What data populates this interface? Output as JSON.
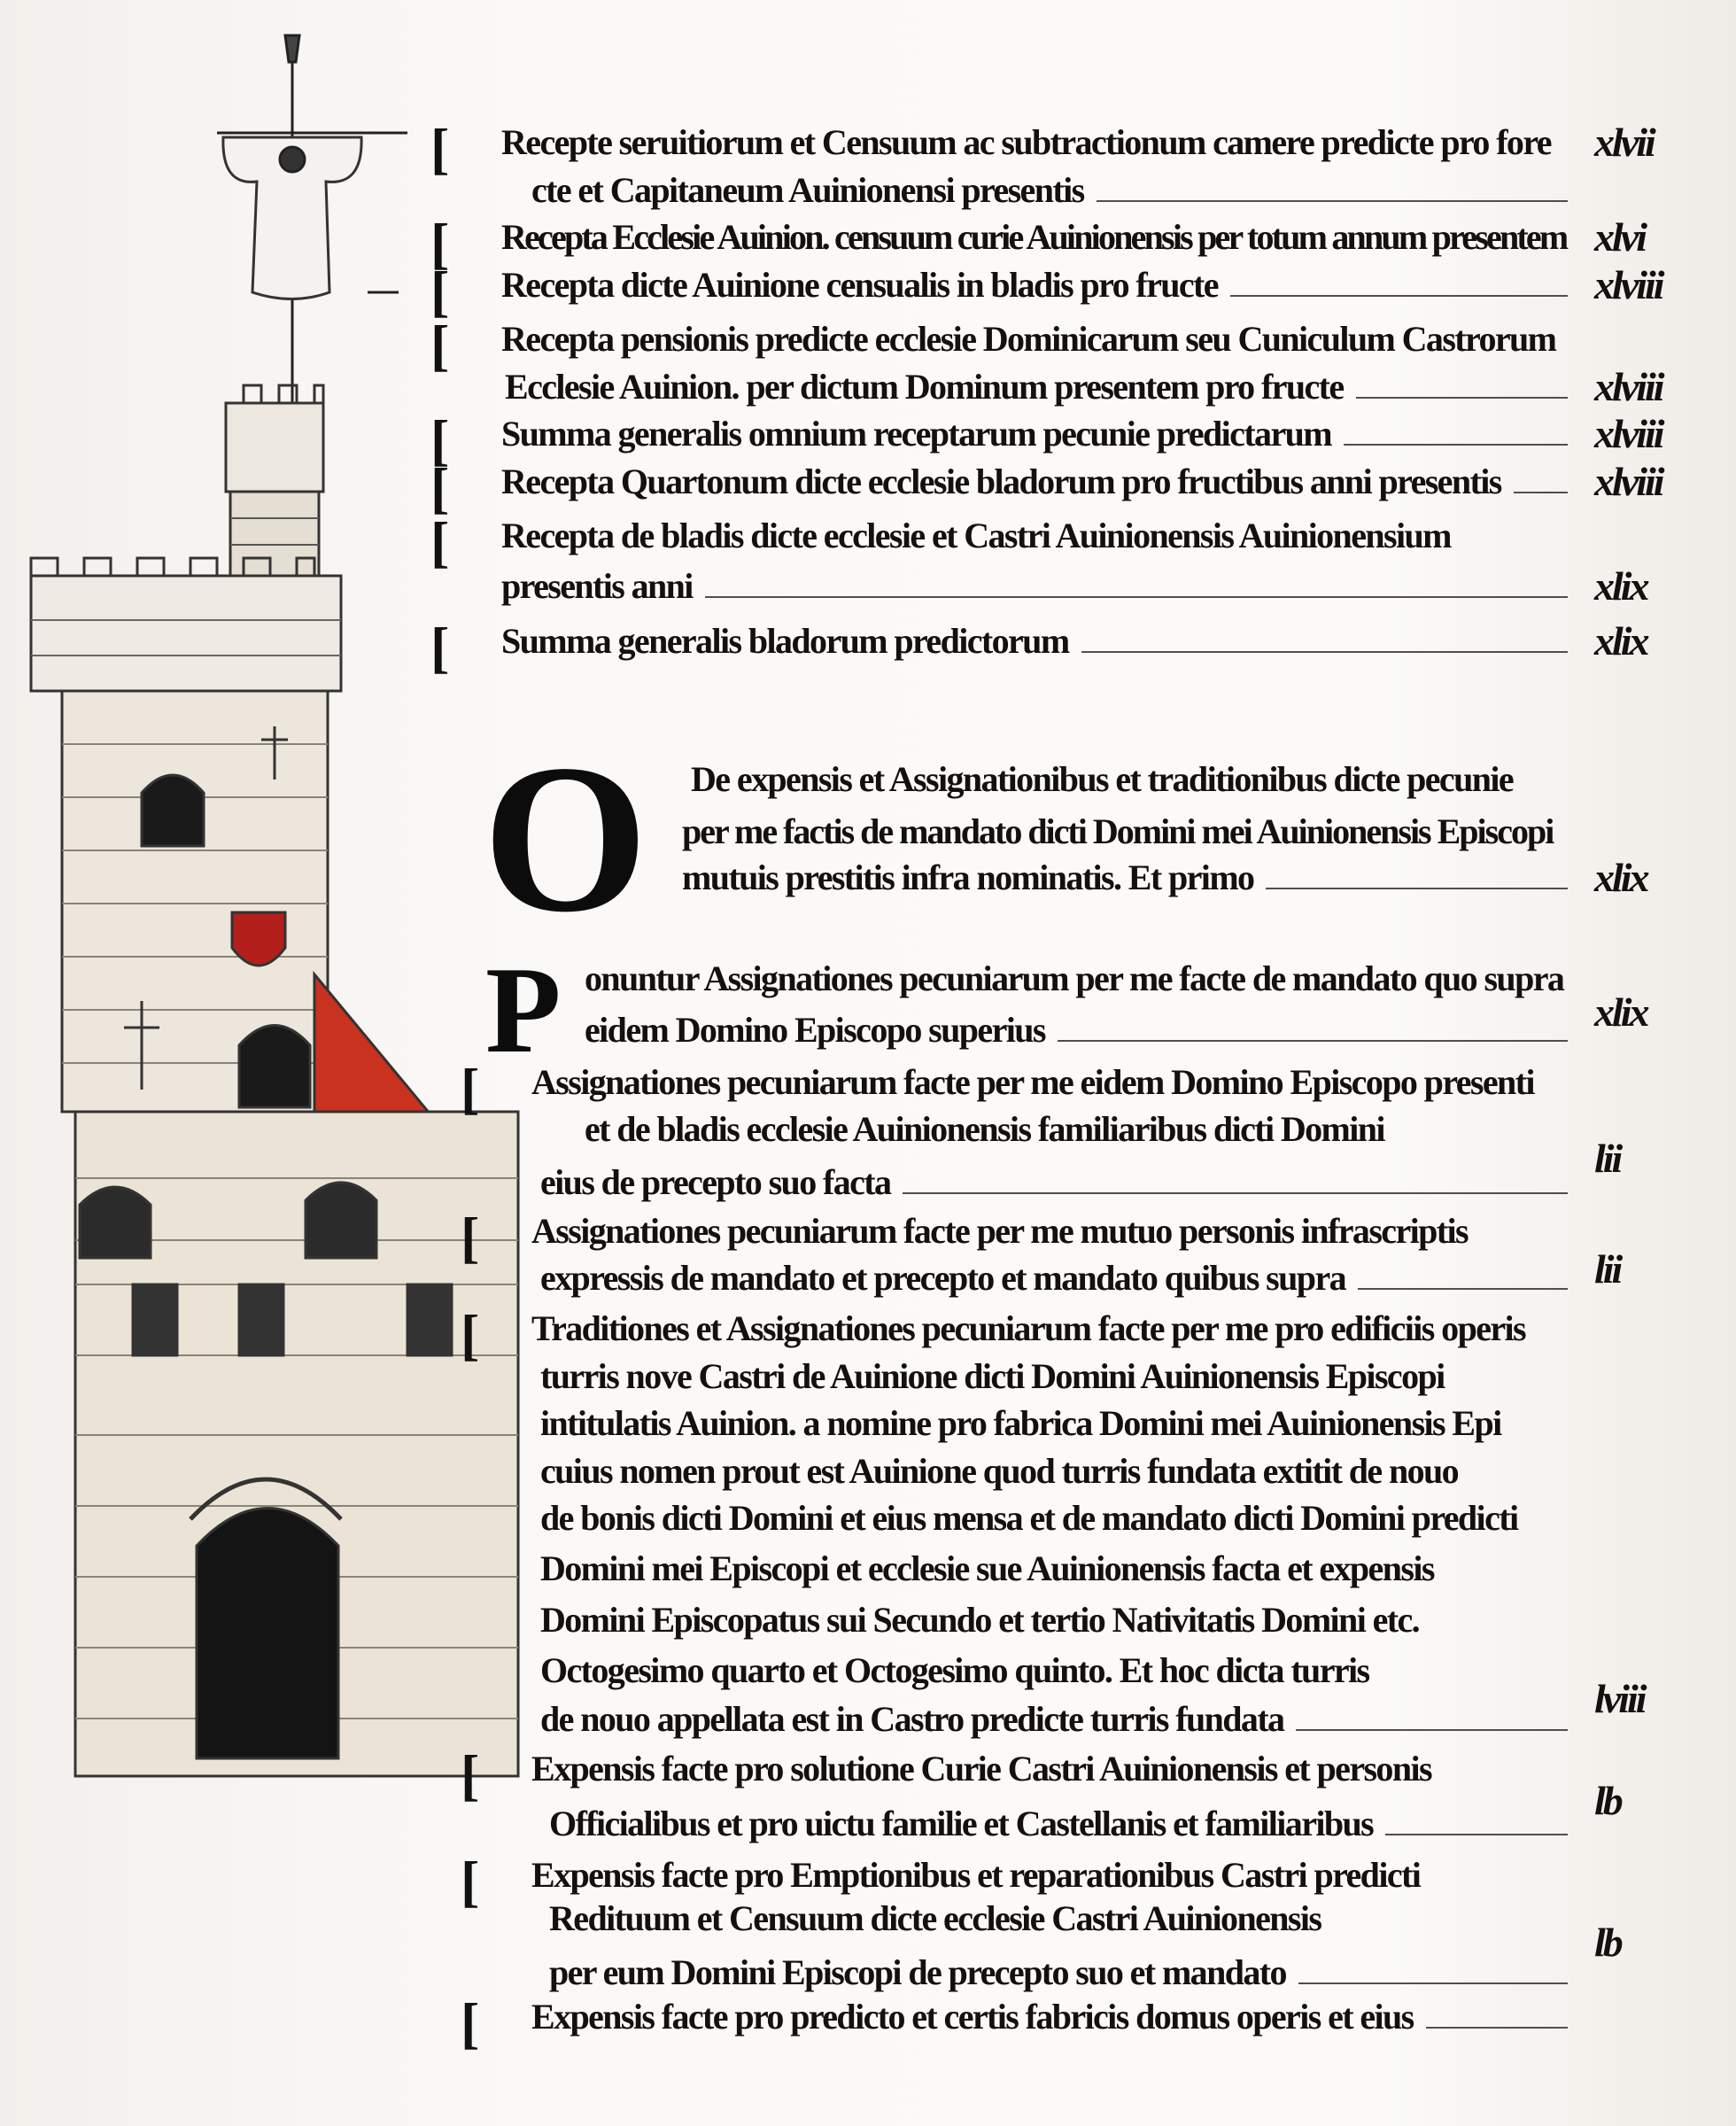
{
  "manuscript": {
    "section_receipts": [
      {
        "lines": [
          "Recepte seruitiorum et Censuum ac subtractionum camere predicte pro fore",
          "cte et Capitaneum Auinionensi presentis"
        ],
        "numeral": "xlvii"
      },
      {
        "lines": [
          "Recepta Ecclesie Auinion. censuum curie Auinionensis per totum annum presentem"
        ],
        "numeral": "xlvi"
      },
      {
        "lines": [
          "Recepta dicte Auinione censualis in bladis pro fructe"
        ],
        "numeral": "xlviii"
      },
      {
        "lines": [
          "Recepta pensionis predicte ecclesie Dominicarum seu Cuniculum Castrorum",
          "Ecclesie Auinion. per dictum Dominum presentem pro fructe"
        ],
        "numeral": "xlviii"
      },
      {
        "lines": [
          "Summa generalis omnium receptarum pecunie predictarum"
        ],
        "numeral": "xlviii"
      },
      {
        "lines": [
          "Recepta Quartonum dicte ecclesie bladorum pro fructibus anni presentis"
        ],
        "numeral": "xlviii"
      },
      {
        "lines": [
          "Recepta de bladis dicte ecclesie et Castri Auinionensis Auinionensium",
          "presentis anni"
        ],
        "numeral": "xlix"
      },
      {
        "lines": [
          "Summa generalis bladorum predictorum"
        ],
        "numeral": "xlix"
      }
    ],
    "section_expenses": [
      {
        "initial": "O",
        "lines": [
          "De expensis et Assignationibus et traditionibus dicte pecunie",
          "per me factis de mandato dicti Domini mei Auinionensis Episcopi",
          "mutuis prestitis infra nominatis. Et primo"
        ],
        "numeral": "xlix"
      },
      {
        "initial": "P",
        "lines": [
          "onuntur Assignationes pecuniarum per me facte de mandato quo supra",
          "eidem Domino Episcopo superius"
        ],
        "numeral": "xlix"
      },
      {
        "lines": [
          "Assignationes pecuniarum facte per me eidem Domino Episcopo presenti",
          "et de bladis ecclesie Auinionensis familiaribus dicti Domini",
          "eius de precepto suo facta"
        ],
        "numeral": "lii"
      },
      {
        "lines": [
          "Assignationes pecuniarum facte per me mutuo personis infrascriptis",
          "expressis de mandato et precepto et mandato quibus supra"
        ],
        "numeral": "lii"
      },
      {
        "lines": [
          "Traditiones et Assignationes pecuniarum facte per me pro edificiis operis",
          "turris nove Castri de Auinione dicti Domini Auinionensis Episcopi",
          "intitulatis Auinion. a nomine pro fabrica Domini mei Auinionensis Epi",
          "cuius nomen prout est Auinione quod turris fundata extitit de nouo",
          "de bonis dicti Domini et eius mensa et de mandato dicti Domini predicti",
          "Domini mei Episcopi et ecclesie sue Auinionensis facta et expensis",
          "Domini Episcopatus sui Secundo et tertio Nativitatis Domini etc.",
          "Octogesimo quarto et Octogesimo quinto. Et hoc dicta turris",
          "de nouo appellata est in Castro predicte turris fundata"
        ],
        "numeral": "lviii"
      },
      {
        "lines": [
          "Expensis facte pro solutione Curie Castri Auinionensis et personis",
          "Officialibus et pro uictu familie et Castellanis et familiaribus"
        ],
        "numeral": "lb"
      },
      {
        "lines": [
          "Expensis facte pro Emptionibus et reparationibus Castri predicti",
          "Redituum et Censuum dicte ecclesie Castri Auinionensis",
          "per eum Domini Episcopi de precepto suo et mandato"
        ],
        "numeral": "lb"
      },
      {
        "lines": [
          "Expensis facte pro predicto et certis fabricis domus operis et eius"
        ],
        "numeral": ""
      }
    ]
  },
  "colors": {
    "ink": "#141010",
    "parchment": "#fbf9f7",
    "red_roof": "#c8321e",
    "shield_red": "#b31f1a",
    "stone": "#e9e2d4"
  }
}
